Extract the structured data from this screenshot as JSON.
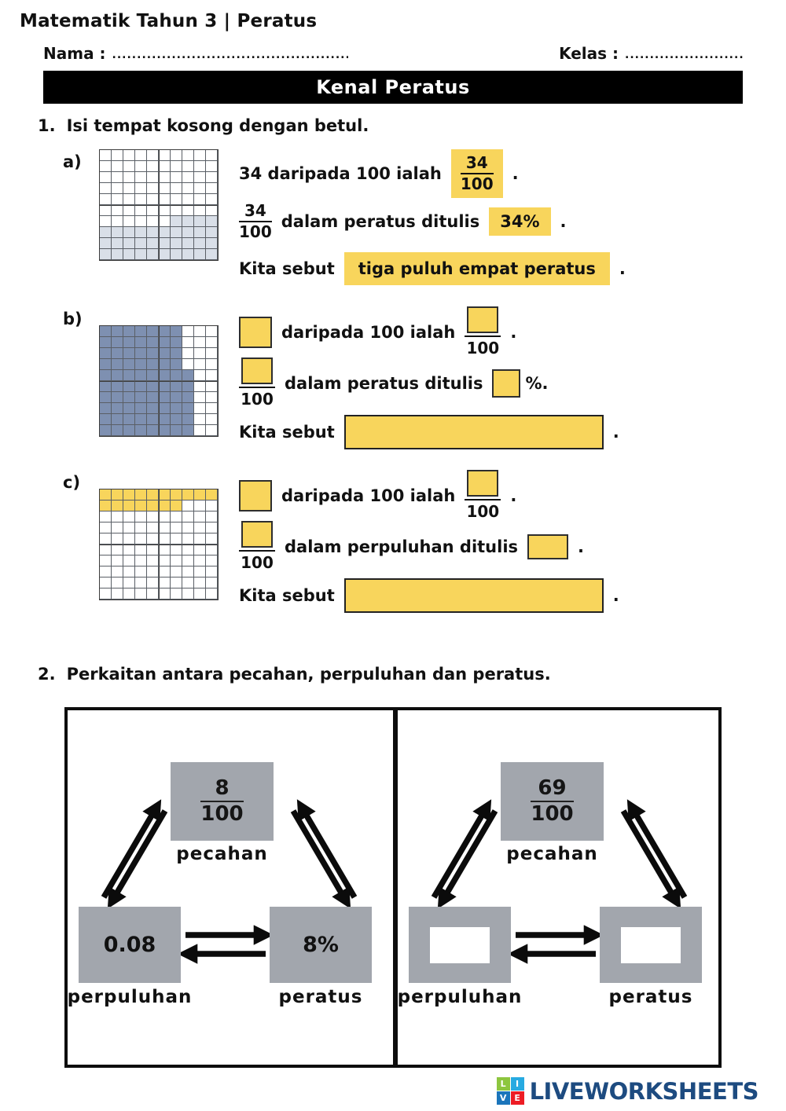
{
  "title": "Matematik Tahun 3 | Peratus",
  "header": {
    "nama_label": "Nama :",
    "nama_dots": "......................................................................................",
    "kelas_label": "Kelas :",
    "kelas_dots": "............................................",
    "banner": "Kenal Peratus"
  },
  "punct": {
    "period": "."
  },
  "q1": {
    "number": "1.",
    "prompt": "Isi tempat kosong dengan betul.",
    "a": {
      "label": "a)",
      "line1_pre": "34 daripada 100 ialah",
      "ans_frac_num": "34",
      "ans_frac_den": "100",
      "frac_num": "34",
      "frac_den": "100",
      "line2_mid": "dalam peratus ditulis",
      "line2_ans": "34%",
      "line3_pre": "Kita sebut",
      "line3_ans": "tiga puluh empat peratus"
    },
    "b": {
      "label": "b)",
      "line1_mid": "daripada 100 ialah",
      "frac_den": "100",
      "line2_mid": "dalam peratus ditulis",
      "line2_suffix": "%.",
      "line3_pre": "Kita sebut"
    },
    "c": {
      "label": "c)",
      "line1_mid": "daripada 100 ialah",
      "frac_den": "100",
      "line2_mid": "dalam perpuluhan ditulis",
      "line3_pre": "Kita sebut"
    }
  },
  "q2": {
    "number": "2.",
    "prompt": "Perkaitan antara pecahan, perpuluhan dan peratus.",
    "left": {
      "frac_num": "8",
      "frac_den": "100",
      "pecahan_label": "pecahan",
      "decimal_value": "0.08",
      "perpuluhan_label": "perpuluhan",
      "percent_value": "8%",
      "peratus_label": "peratus"
    },
    "right": {
      "frac_num": "69",
      "frac_den": "100",
      "pecahan_label": "pecahan",
      "perpuluhan_label": "perpuluhan",
      "peratus_label": "peratus"
    }
  },
  "grids": {
    "a": {
      "rows": 10,
      "cols": 10,
      "fill": "#d9dfe8",
      "shade": [
        [
          6,
          6,
          6,
          9
        ],
        [
          7,
          9,
          0,
          9
        ]
      ]
    },
    "b": {
      "rows": 10,
      "cols": 10,
      "fill": "#7e90b1",
      "shade": [
        [
          0,
          3,
          0,
          6
        ],
        [
          4,
          9,
          0,
          7
        ]
      ]
    },
    "c": {
      "rows": 10,
      "cols": 10,
      "fill": "#f8d55c",
      "shade": [
        [
          0,
          0,
          0,
          9
        ],
        [
          1,
          1,
          0,
          6
        ]
      ]
    }
  },
  "colors": {
    "highlight_yellow": "#f8d55c",
    "grid_blue": "#7e90b1",
    "grid_light_blue": "#d9dfe8",
    "panel_gray": "#a2a6ad",
    "brand_navy": "#1d4b80",
    "logo_green": "#8dc63f",
    "logo_lightblue": "#27aae1",
    "logo_blue": "#1b75bb",
    "logo_red": "#ed1c24"
  },
  "footer": {
    "logo_letters": [
      "L",
      "I",
      "V",
      "E"
    ],
    "brand": "LIVEWORKSHEETS"
  }
}
